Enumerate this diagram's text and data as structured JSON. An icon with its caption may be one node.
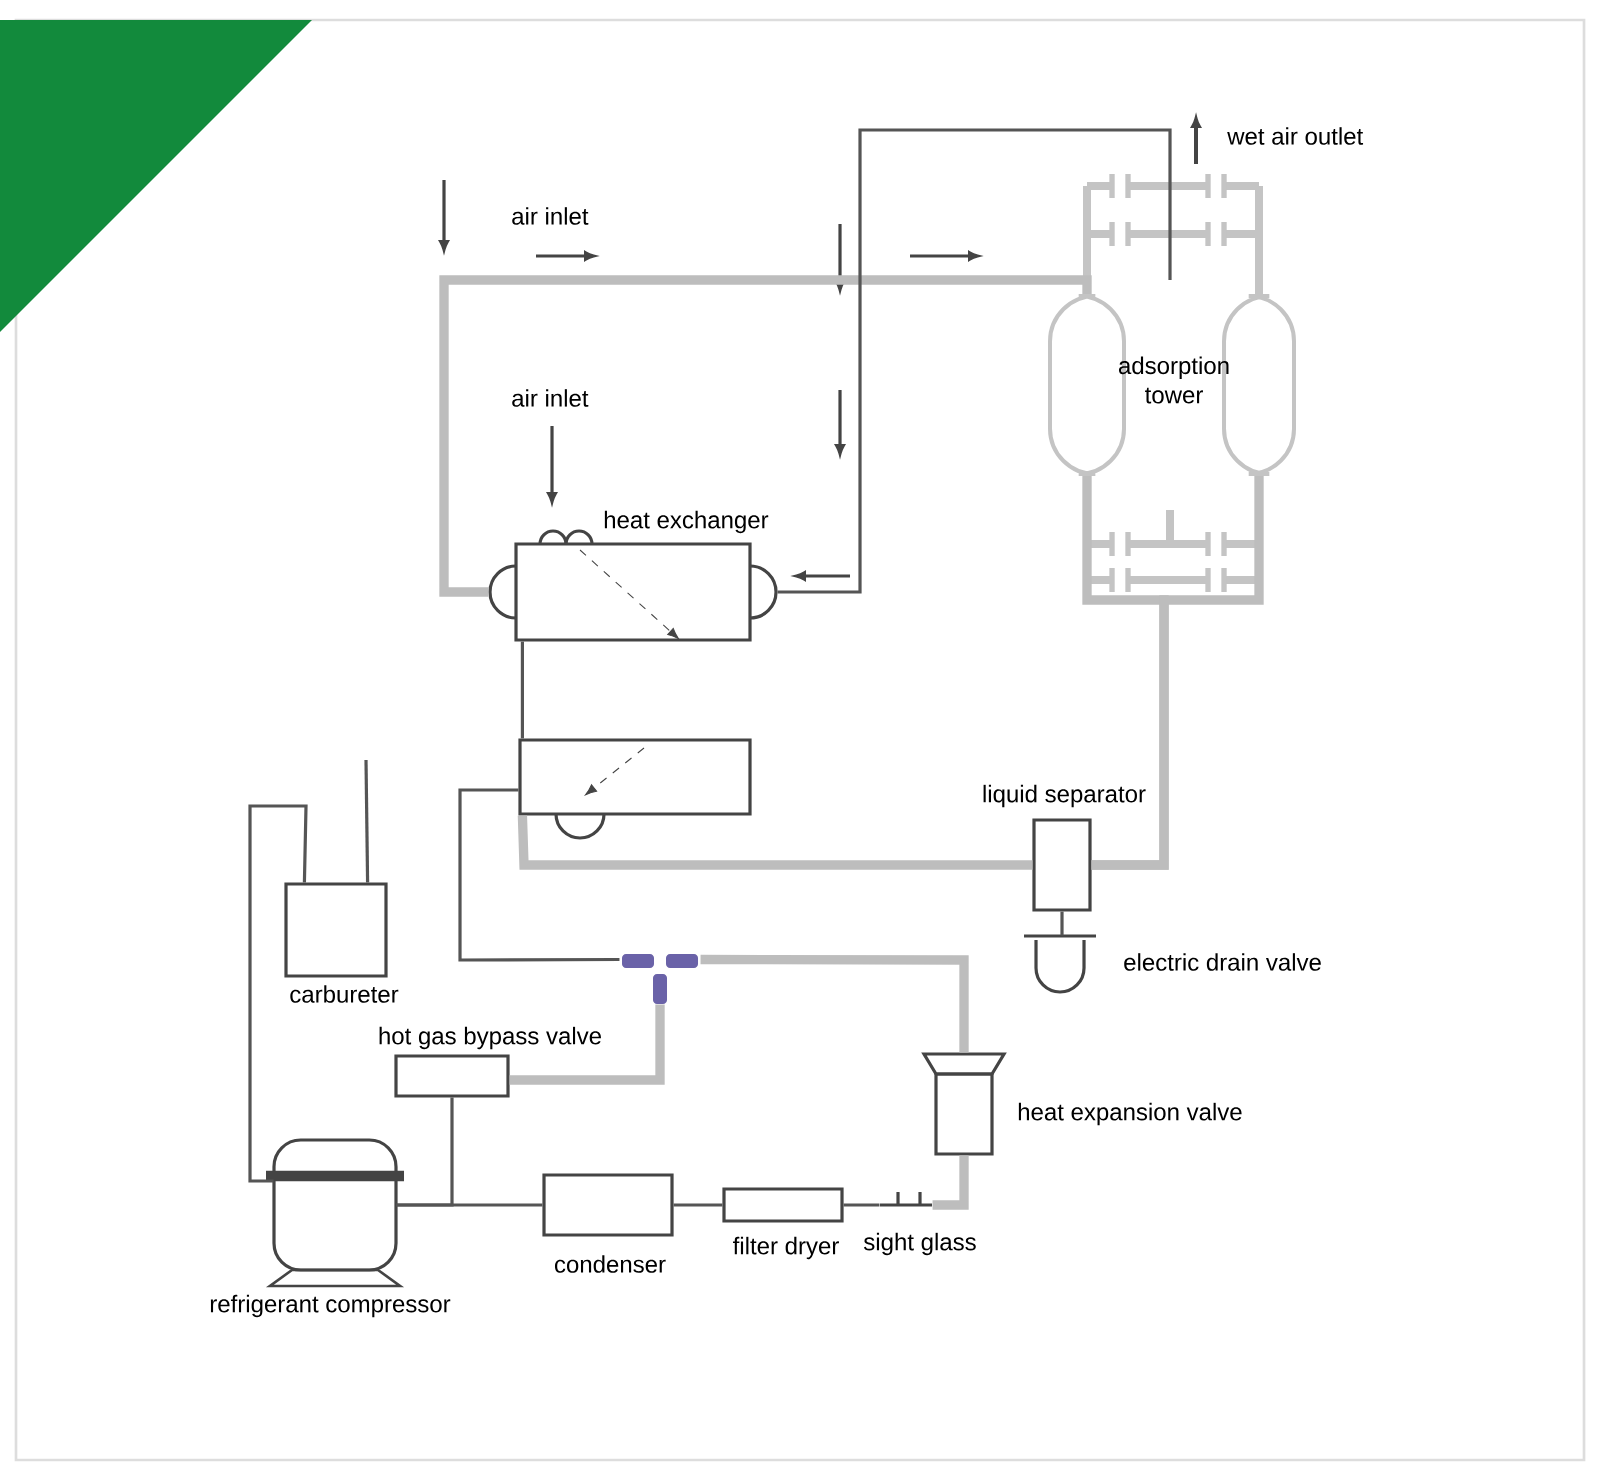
{
  "diagram": {
    "nodes": [
      {
        "text": [
          "heat exchanger"
        ]
      },
      {
        "text": [],
        "shape": "box"
      },
      {
        "text": [],
        "shape": "cylinder"
      },
      {
        "text": [],
        "shape": "cylinder"
      },
      {
        "text": [
          "liquid separator"
        ]
      },
      {
        "text": [
          "electric drain valve"
        ]
      },
      {
        "text": [
          "carbureter"
        ]
      },
      {
        "text": [
          "hot gas bypass valve"
        ]
      },
      {
        "text": [
          "refrigerant compressor"
        ]
      },
      {
        "text": [
          "condenser"
        ]
      },
      {
        "text": [
          "filter dryer"
        ]
      },
      {
        "text": [
          "heat expansion valve"
        ]
      },
      {
        "text": [
          "sight glass"
        ]
      },
      {
        "text": [],
        "shape": "tee"
      }
    ],
    "edges": [
      {
        "from": 8,
        "to": 9,
        "arrow": "none"
      },
      {
        "from": 9,
        "to": 10,
        "arrow": "none"
      },
      {
        "from": 10,
        "to": 12,
        "arrow": "none"
      },
      {
        "from": 12,
        "to": 11,
        "arrow": "none",
        "style": "thick",
        "color": "#bdbdbd"
      },
      {
        "from": 11,
        "to": 13,
        "arrow": "none",
        "style": "thick",
        "color": "#bdbdbd"
      },
      {
        "from": 13,
        "to": 1,
        "arrow": "none"
      },
      {
        "from": 7,
        "to": 13,
        "arrow": "none",
        "style": "thick",
        "color": "#bdbdbd"
      },
      {
        "from": 7,
        "to": 8,
        "arrow": "none"
      },
      {
        "from": 8,
        "to": 6,
        "arrow": "none"
      },
      {
        "from": 6,
        "to": null,
        "arrow": "none"
      },
      {
        "from": 1,
        "to": 4,
        "arrow": "none",
        "style": "thick",
        "color": "#bdbdbd"
      },
      {
        "from": 4,
        "to": 2,
        "arrow": "none",
        "style": "thick",
        "color": "#bdbdbd"
      },
      {
        "from": 4,
        "to": 3,
        "arrow": "none",
        "style": "thick",
        "color": "#bdbdbd"
      },
      {
        "from": 0,
        "to": 2,
        "arrow": "none",
        "style": "thick",
        "color": "#bdbdbd"
      },
      {
        "from": null,
        "to": 0,
        "arrow": "none"
      },
      {
        "from": 0,
        "to": 1,
        "arrow": "none"
      },
      {
        "from": 4,
        "to": 5,
        "arrow": "none"
      }
    ],
    "labels": [
      "wet air outlet",
      "air inlet",
      "adsorption tower",
      "air inlet"
    ]
  }
}
